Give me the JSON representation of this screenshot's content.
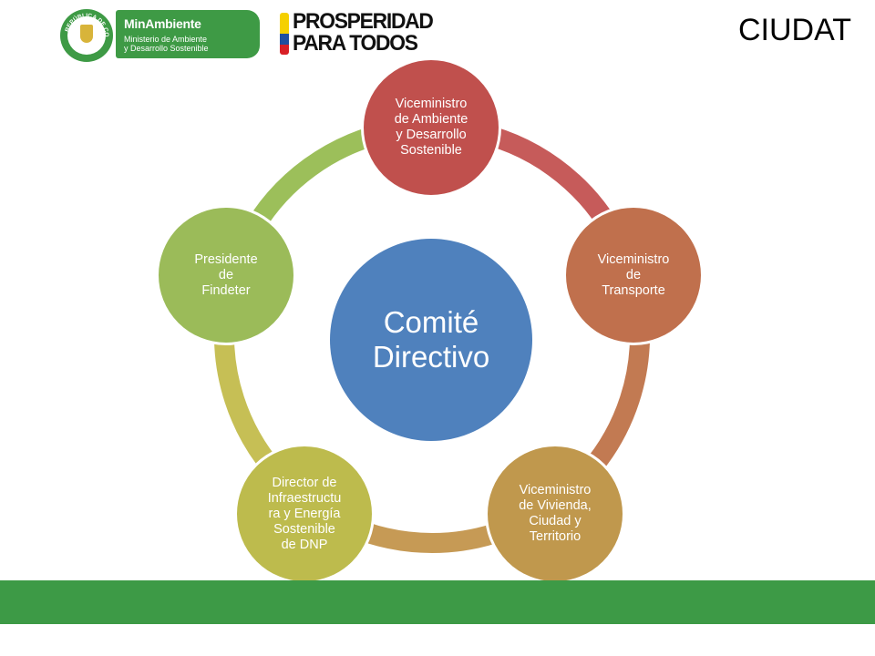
{
  "header": {
    "seal": {
      "icon": "colombia-seal-icon",
      "text": "REPÚBLICA DE COLOMBIA"
    },
    "ministry": {
      "title": "MinAmbiente",
      "subtitle": "Ministerio de Ambiente\ny Desarrollo Sostenible",
      "color": "#3e9a45"
    },
    "prosperidad": {
      "line1": "PROSPERIDAD",
      "line2": "PARA TODOS",
      "flag_colors": [
        "#f5d000",
        "#1f4fa0",
        "#d81f26"
      ]
    },
    "title": "CIUDAT"
  },
  "diagram": {
    "center": {
      "label": "Comité\nDirectivo",
      "color": "#4f81bd"
    },
    "nodes": [
      {
        "label": "Viceministro\nde Ambiente\ny Desarrollo\nSostenible",
        "color": "#c0504d"
      },
      {
        "label": "Viceministro\nde\nTransporte",
        "color": "#c0704d"
      },
      {
        "label": "Viceministro\nde Vivienda,\nCiudad y\nTerritorio",
        "color": "#c0984d"
      },
      {
        "label": "Director de\nInfraestructu\nra y Energía\nSostenible\nde DNP",
        "color": "#bdbb4d"
      },
      {
        "label": "Presidente\nde\nFindeter",
        "color": "#9bbb59"
      }
    ],
    "arc_colors": [
      "#c65b5a",
      "#c27a52",
      "#c69a55",
      "#c6bf55",
      "#9cbf5a"
    ]
  },
  "footer": {
    "color": "#3d9a46"
  }
}
